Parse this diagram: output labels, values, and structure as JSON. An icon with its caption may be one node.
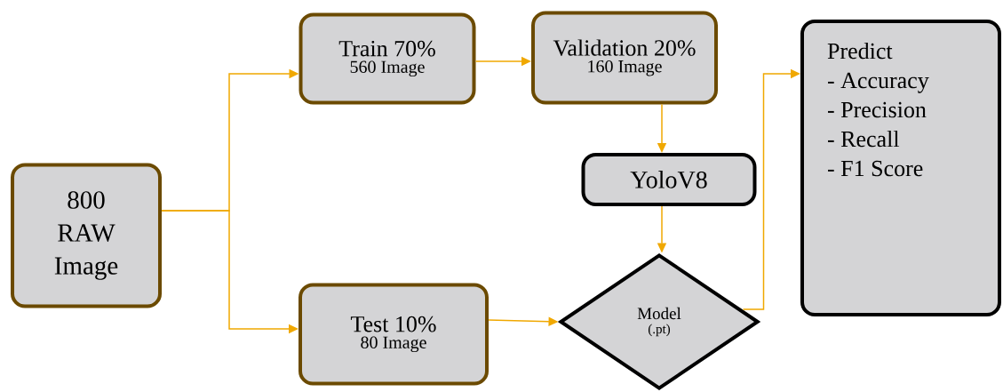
{
  "diagram": {
    "nodes": [
      {
        "text": [
          "800 RAW Image"
        ]
      },
      {
        "text": [
          "Train 70%",
          "560 Image"
        ]
      },
      {
        "text": [
          "Validation 20%",
          "160 Image"
        ]
      },
      {
        "text": [
          "YoloV8"
        ]
      },
      {
        "text": [
          "Test 10%",
          "80 Image"
        ]
      },
      {
        "text": [
          "Model",
          "(.pt)"
        ]
      },
      {
        "text": [
          "Predict",
          "- Accuracy",
          "- Precision",
          "- Recall",
          "- F1 Score"
        ]
      }
    ],
    "edges": [
      {
        "from": 0,
        "to": 1,
        "arrow": "to"
      },
      {
        "from": 0,
        "to": 4,
        "arrow": "to"
      },
      {
        "from": 1,
        "to": 2,
        "arrow": "to"
      },
      {
        "from": 2,
        "to": 3,
        "arrow": "to"
      },
      {
        "from": 3,
        "to": 5,
        "arrow": "to"
      },
      {
        "from": 4,
        "to": 5,
        "arrow": "to"
      },
      {
        "from": 5,
        "to": 6,
        "arrow": "to"
      }
    ]
  }
}
